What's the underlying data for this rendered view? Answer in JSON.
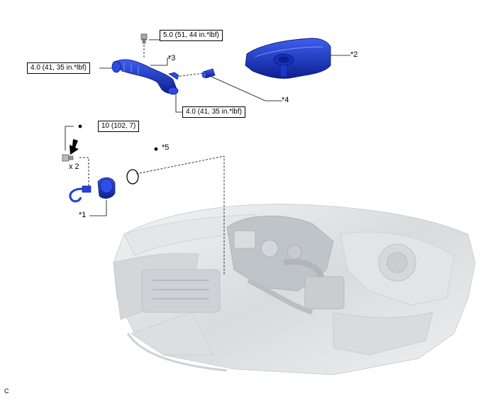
{
  "torque_specs": {
    "top_bolt": "5.0 (51, 44 in.*lbf)",
    "left_clamp": "4.0 (41, 35 in.*lbf)",
    "lower_clamp": "4.0 (41, 35 in.*lbf)",
    "bolts": "10 (102, 7)"
  },
  "callouts": {
    "part1": "*1",
    "part2": "*2",
    "part3": "*3",
    "part4": "*4",
    "part5": "*5"
  },
  "quantity_label": "x 2",
  "corner_code": "C",
  "colors": {
    "part_blue": "#1f3fd6",
    "part_blue_dark": "#0b1f8f",
    "engine_gray": "#bfc4c9",
    "line": "#000000"
  }
}
